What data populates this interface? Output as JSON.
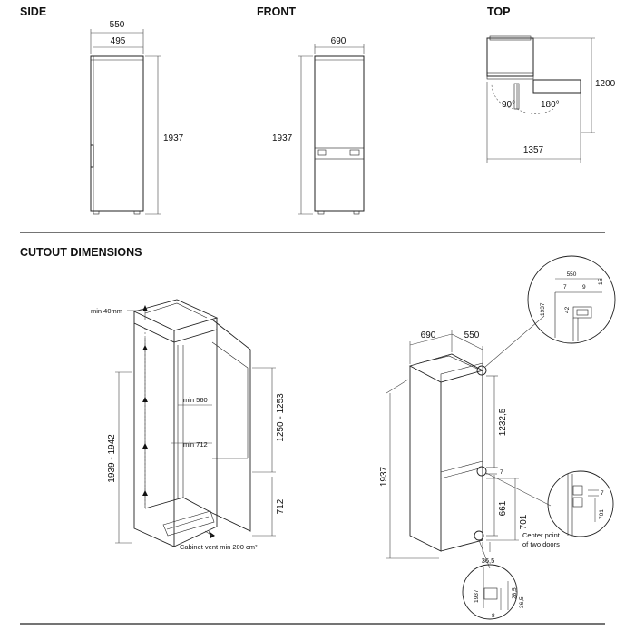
{
  "sections": {
    "side": "SIDE",
    "front": "FRONT",
    "top": "TOP",
    "cutout": "CUTOUT DIMENSIONS"
  },
  "side": {
    "depth_total": "550",
    "depth_body": "495",
    "height": "1937"
  },
  "front": {
    "width": "690",
    "height": "1937"
  },
  "top": {
    "depth": "1200",
    "width": "1357",
    "angle_1": "90°",
    "angle_2": "180°"
  },
  "cutout": {
    "vent_top": "min 40mm",
    "height_range": "1939 - 1942",
    "min_depth": "min 560",
    "min_width": "min 712",
    "hinge_range": "1250 - 1253",
    "lower": "712",
    "vent_note": "Cabinet vent min 200 cm²"
  },
  "install": {
    "width": "690",
    "depth": "550",
    "height": "1937",
    "upper": "1232,5",
    "gap": "7",
    "lower": "661",
    "center": "701",
    "bottom": "36,5",
    "center_note_1": "Center point",
    "center_note_2": "of two doors"
  },
  "detail_top": {
    "d1": "550",
    "d2": "7",
    "d3": "9",
    "d4": "15",
    "d5": "42",
    "d6": "1937"
  },
  "detail_mid": {
    "d1": "7",
    "d2": "701"
  },
  "detail_bottom": {
    "d1": "1937",
    "d2": "28,5",
    "d3": "36,5",
    "d4": "8"
  }
}
